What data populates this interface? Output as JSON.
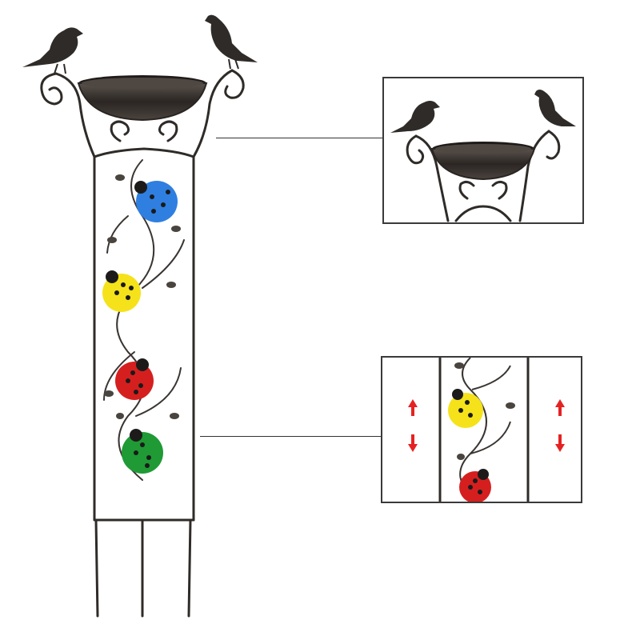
{
  "image": {
    "subject": "bird-bath-trellis-stake",
    "colors": {
      "metal": "#2f2b28",
      "bowl": "#3b3633",
      "ladybug_blue": "#2f7fe0",
      "ladybug_yellow": "#f5e21a",
      "ladybug_red": "#d51f1f",
      "ladybug_green": "#1f9a35",
      "arrow_red": "#e52222"
    },
    "ladybugs": [
      {
        "color": "blue"
      },
      {
        "color": "yellow"
      },
      {
        "color": "red"
      },
      {
        "color": "green"
      }
    ],
    "callouts": [
      {
        "shows": "birds-and-bowl-closeup"
      },
      {
        "shows": "ladybugs-closeup",
        "icons": [
          "up-arrow-icon",
          "down-arrow-icon"
        ]
      }
    ]
  }
}
